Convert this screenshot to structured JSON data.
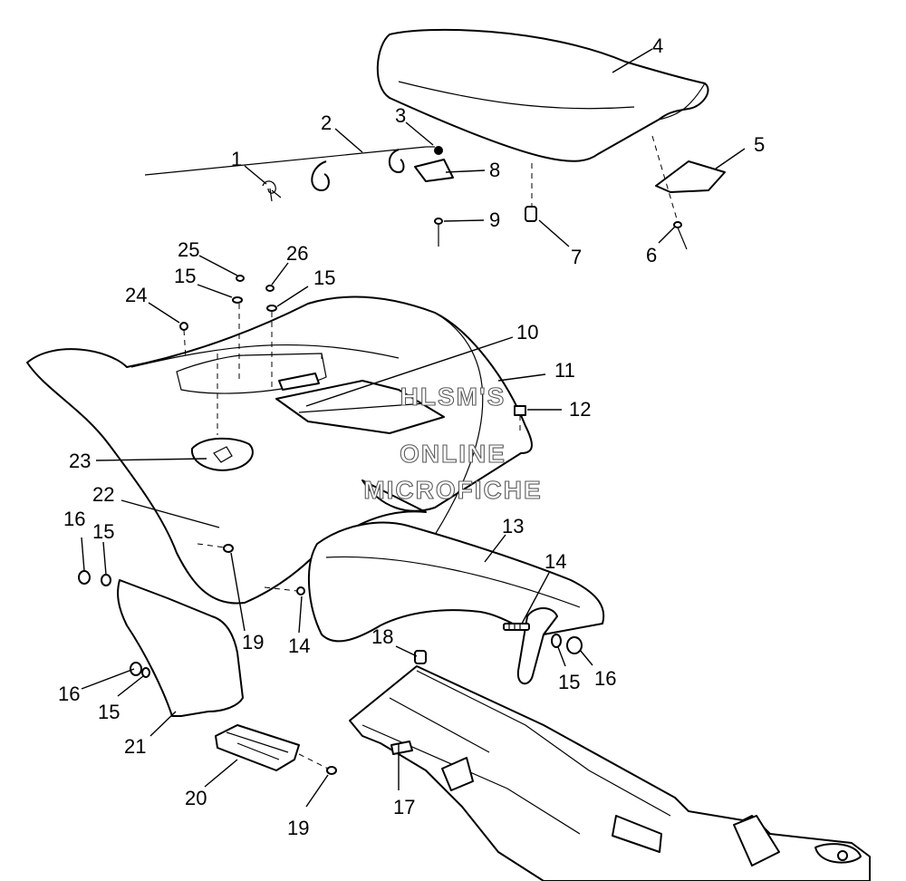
{
  "watermark": {
    "line1": "HLSM'S",
    "line2": "ONLINE",
    "line3": "MICROFICHE"
  },
  "callouts": {
    "c1": "1",
    "c2": "2",
    "c3": "3",
    "c4": "4",
    "c5": "5",
    "c6": "6",
    "c7": "7",
    "c8": "8",
    "c9": "9",
    "c10": "10",
    "c11": "11",
    "c12": "12",
    "c13": "13",
    "c14a": "14",
    "c14b": "14",
    "c15a": "15",
    "c15b": "15",
    "c15c": "15",
    "c15d": "15",
    "c15e": "15",
    "c16a": "16",
    "c16b": "16",
    "c16c": "16",
    "c17": "17",
    "c18": "18",
    "c19a": "19",
    "c19b": "19",
    "c20": "20",
    "c21": "21",
    "c22": "22",
    "c23": "23",
    "c24": "24",
    "c25": "25",
    "c26": "26"
  }
}
